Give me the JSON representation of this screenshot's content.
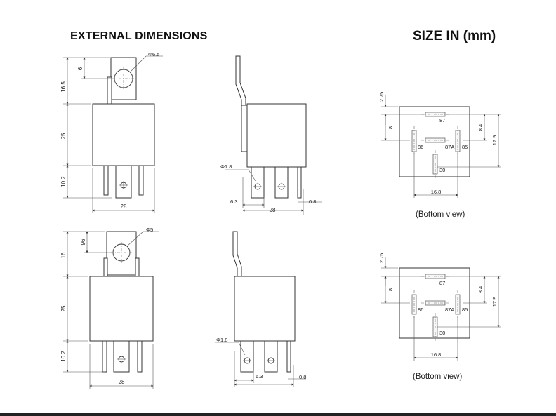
{
  "header": {
    "left_title": "EXTERNAL DIMENSIONS",
    "right_title": "SIZE IN (mm)"
  },
  "bottom_views": {
    "caption": "(Bottom view)",
    "pins": {
      "p87": "87",
      "p86": "86",
      "p87a": "87A",
      "p85": "85",
      "p30": "30"
    },
    "dims": {
      "top_offset": "2.75",
      "v8": "8",
      "v84": "8.4",
      "v179": "17.9",
      "h168": "16.8"
    }
  },
  "relay_a": {
    "front": {
      "hole": "Φ6.5",
      "tab_height": "16.5",
      "hole_offset": "6",
      "body_height": "25",
      "pin_length": "10.2",
      "width": "28"
    },
    "side": {
      "pin_hole": "Φ1.8",
      "pin_offset": "6.3",
      "width": "28",
      "thickness": "0.8"
    }
  },
  "relay_b": {
    "front": {
      "hole": "Φ5",
      "tab_height": "16",
      "hole_offset": "96",
      "body_height": "25",
      "pin_length": "10.2",
      "width": "28"
    },
    "side": {
      "pin_hole": "Φ1.8",
      "pin_offset": "6.3",
      "thickness": "0.8"
    }
  }
}
